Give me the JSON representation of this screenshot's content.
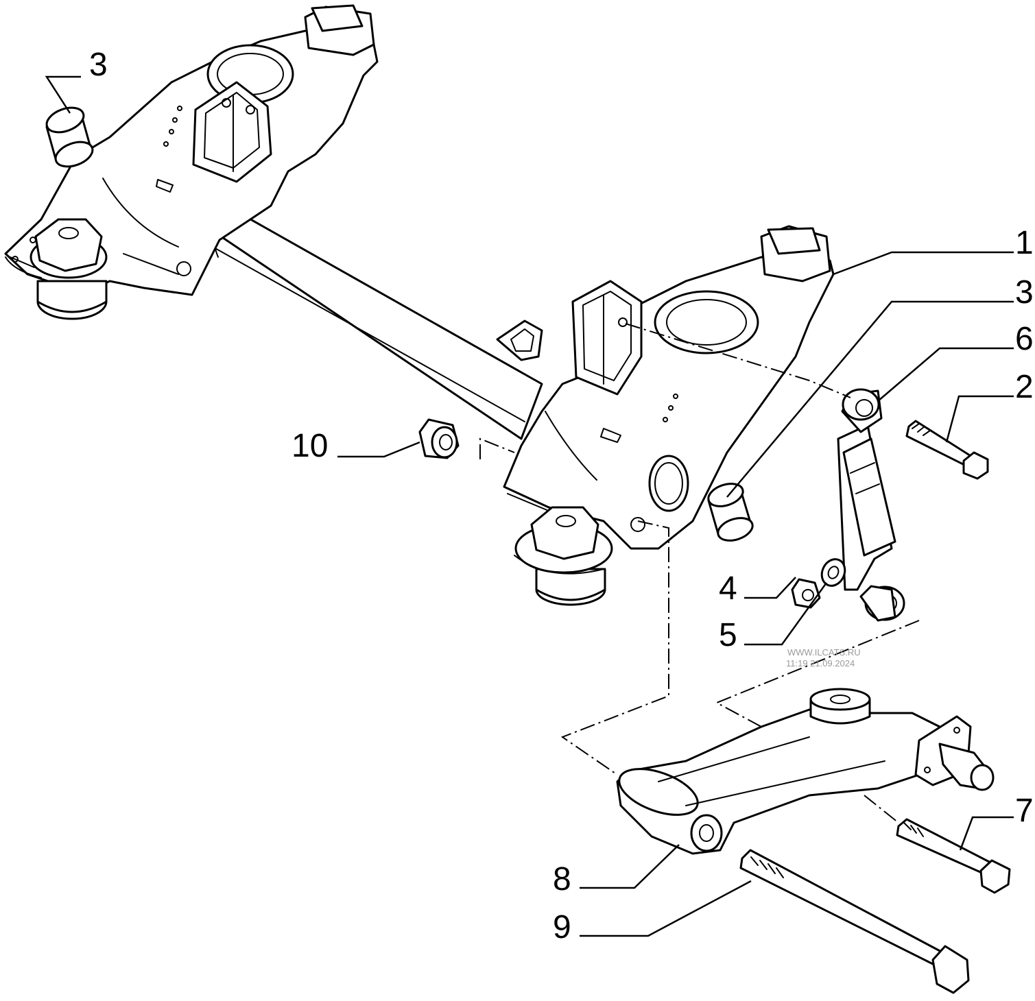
{
  "callouts": {
    "c1": "1",
    "c2": "2",
    "c3_left": "3",
    "c3_right": "3",
    "c4": "4",
    "c5": "5",
    "c6": "6",
    "c7": "7",
    "c8": "8",
    "c9": "9",
    "c10": "10"
  },
  "watermark": {
    "line1": "WWW.ILCATS.RU",
    "line2": "11:19 21.09.2024"
  },
  "colors": {
    "line": "#000000",
    "background": "#ffffff",
    "watermark": "#9a9a9a"
  }
}
